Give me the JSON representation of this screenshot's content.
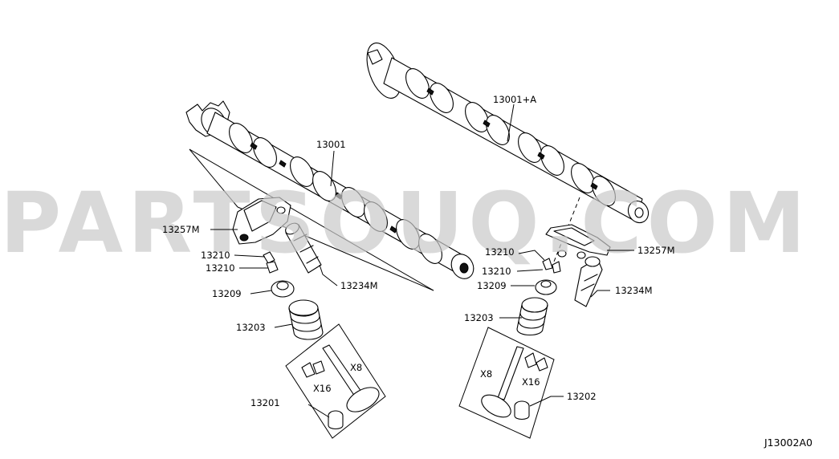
{
  "diagram": {
    "watermark": "PARTSOUQ.COM",
    "drawing_code": "J13002A0",
    "labels": {
      "camshaft_intake": "13001",
      "camshaft_exhaust": "13001+A",
      "rocker_left": "13257M",
      "rocker_right": "13257M",
      "collet_left_a": "13210",
      "collet_left_b": "13210",
      "collet_right_a": "13210",
      "collet_right_b": "13210",
      "lash_adjuster_left": "13234M",
      "lash_adjuster_right": "13234M",
      "retainer_left": "13209",
      "retainer_right": "13209",
      "spring_left": "13203",
      "spring_right": "13203",
      "valve_intake": "13201",
      "valve_exhaust": "13202",
      "qty_valve_left": "X8",
      "qty_collet_left": "X16",
      "qty_valve_right": "X8",
      "qty_collet_right": "X16"
    }
  }
}
